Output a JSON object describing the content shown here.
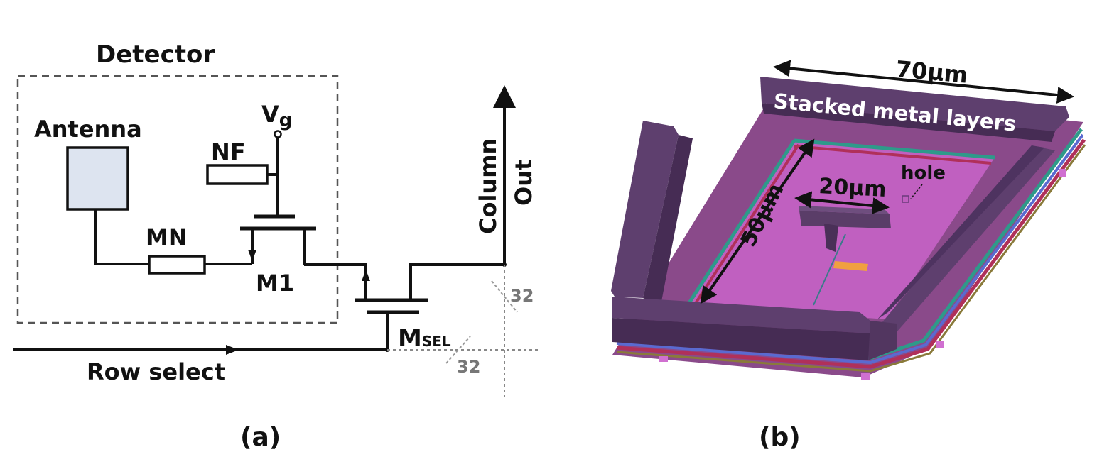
{
  "panel_a": {
    "detector_label": "Detector",
    "antenna_label": "Antenna",
    "vg_label": "V",
    "vg_sub": "g",
    "nf_label": "NF",
    "mn_label": "MN",
    "m1_label": "M1",
    "msel_label": "M",
    "msel_sub": "SEL",
    "column_label": "Column",
    "out_label": "Out",
    "row_select_label": "Row select",
    "bus_width_col": "32",
    "bus_width_row": "32",
    "caption": "(a)",
    "antenna_color": "#dde4f0"
  },
  "panel_b": {
    "width_label": "70µm",
    "metal_label": "Stacked metal layers",
    "length_label": "50µm",
    "inner_label": "20µm",
    "hole_label": "hole",
    "caption": "(b)",
    "frame_color": "#5e3f6e",
    "floor_color": "#c060c0"
  }
}
